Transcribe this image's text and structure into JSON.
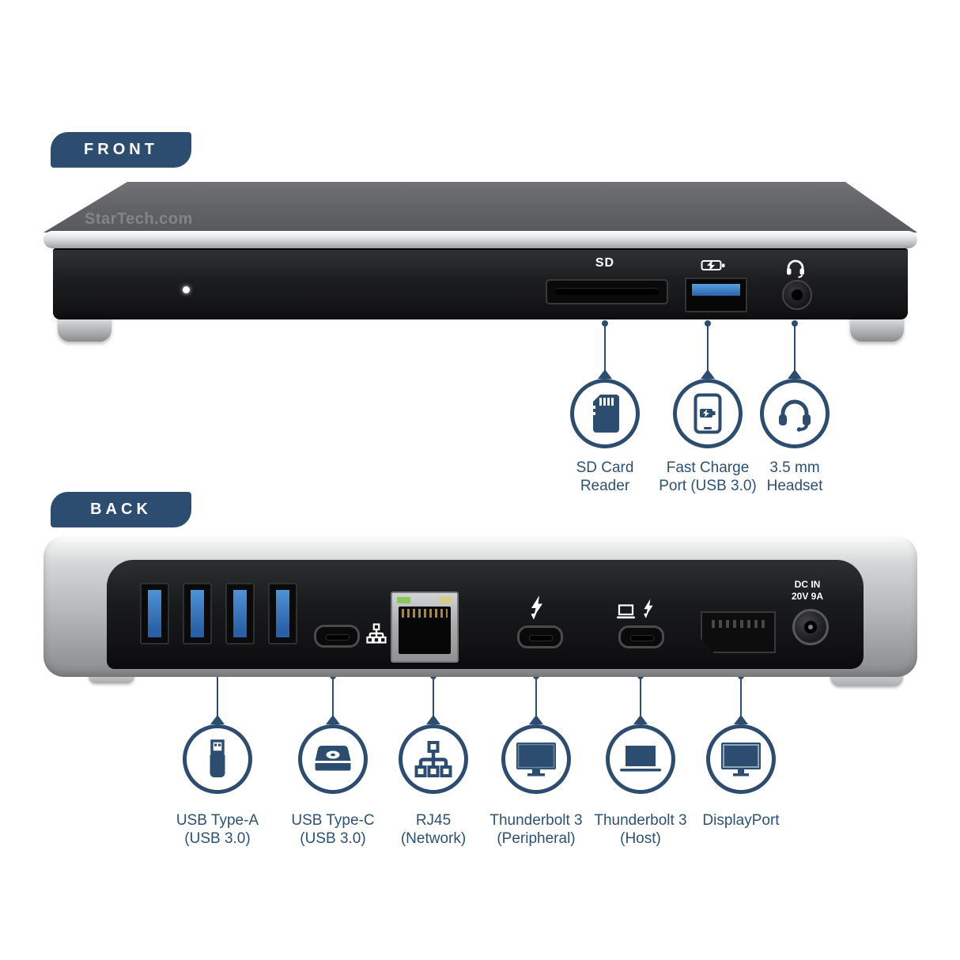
{
  "colors": {
    "accent": "#2d4d70",
    "label_text": "#2d5174",
    "usb_blue": "#2a64a8"
  },
  "front_section": {
    "tab": "FRONT",
    "device": {
      "brand": "StarTech.com",
      "sd_port_label": "SD"
    },
    "callouts": [
      {
        "icon": "sd-card-icon",
        "line1": "SD Card",
        "line2": "Reader"
      },
      {
        "icon": "fast-charge-icon",
        "line1": "Fast Charge",
        "line2": "Port (USB 3.0)"
      },
      {
        "icon": "headset-icon",
        "line1": "3.5 mm",
        "line2": "Headset"
      }
    ]
  },
  "back_section": {
    "tab": "BACK",
    "device": {
      "dc_label_line1": "DC IN",
      "dc_label_line2": "20V 9A"
    },
    "callouts": [
      {
        "icon": "usb-type-a-icon",
        "line1": "USB Type-A",
        "line2": "(USB 3.0)"
      },
      {
        "icon": "usb-type-c-drive-icon",
        "line1": "USB Type-C",
        "line2": "(USB 3.0)"
      },
      {
        "icon": "rj45-network-icon",
        "line1": "RJ45",
        "line2": "(Network)"
      },
      {
        "icon": "thunderbolt-monitor-icon",
        "line1": "Thunderbolt 3",
        "line2": "(Peripheral)"
      },
      {
        "icon": "thunderbolt-laptop-icon",
        "line1": "Thunderbolt 3",
        "line2": "(Host)"
      },
      {
        "icon": "displayport-monitor-icon",
        "line1": "DisplayPort",
        "line2": ""
      }
    ]
  }
}
